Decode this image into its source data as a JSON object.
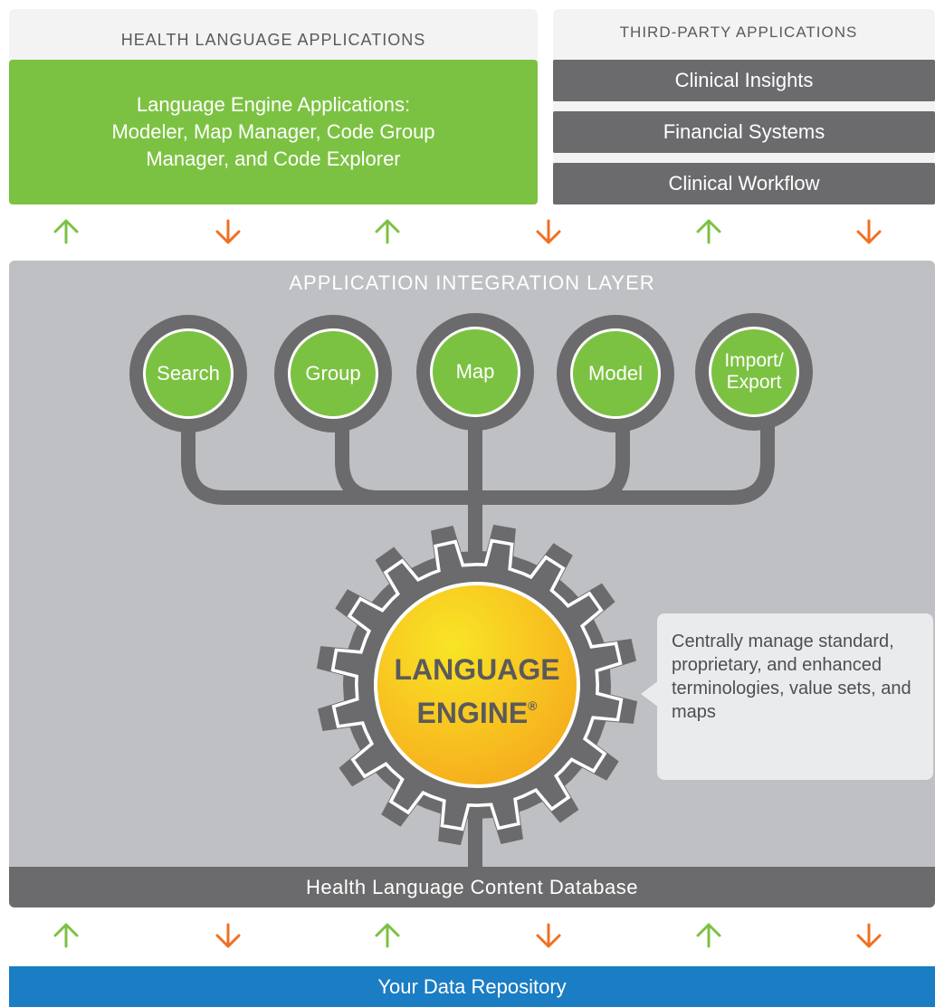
{
  "health_apps": {
    "title": "HEALTH LANGUAGE APPLICATIONS",
    "box_lines": [
      "Language Engine Applications:",
      "Modeler, Map Manager, Code Group",
      "Manager, and Code Explorer"
    ]
  },
  "third_party": {
    "title": "THIRD-PARTY APPLICATIONS",
    "items": [
      "Clinical Insights",
      "Financial Systems",
      "Clinical Workflow"
    ]
  },
  "integration_layer": {
    "title": "APPLICATION INTEGRATION LAYER",
    "nodes": [
      "Search",
      "Group",
      "Map",
      "Model",
      "Import/\nExport"
    ]
  },
  "engine": {
    "line1": "LANGUAGE",
    "line2": "ENGINE",
    "mark": "®"
  },
  "callout": {
    "text": "Centrally manage standard, proprietary, and enhanced terminologies, value sets, and maps"
  },
  "database": {
    "label": "Health Language Content Database"
  },
  "repository": {
    "label": "Your Data Repository"
  },
  "colors": {
    "green": "#7cc242",
    "dark_gray": "#6b6b6d",
    "panel_gray": "#bfc0c3",
    "up_arrow": "#7cc242",
    "down_arrow": "#f26f21",
    "blue": "#1b7dc4",
    "gear_fill_start": "#f9e526",
    "gear_fill_end": "#f6a81c"
  },
  "icons": {
    "up": "arrow-up-icon",
    "down": "arrow-down-icon",
    "gear": "gear-icon"
  }
}
